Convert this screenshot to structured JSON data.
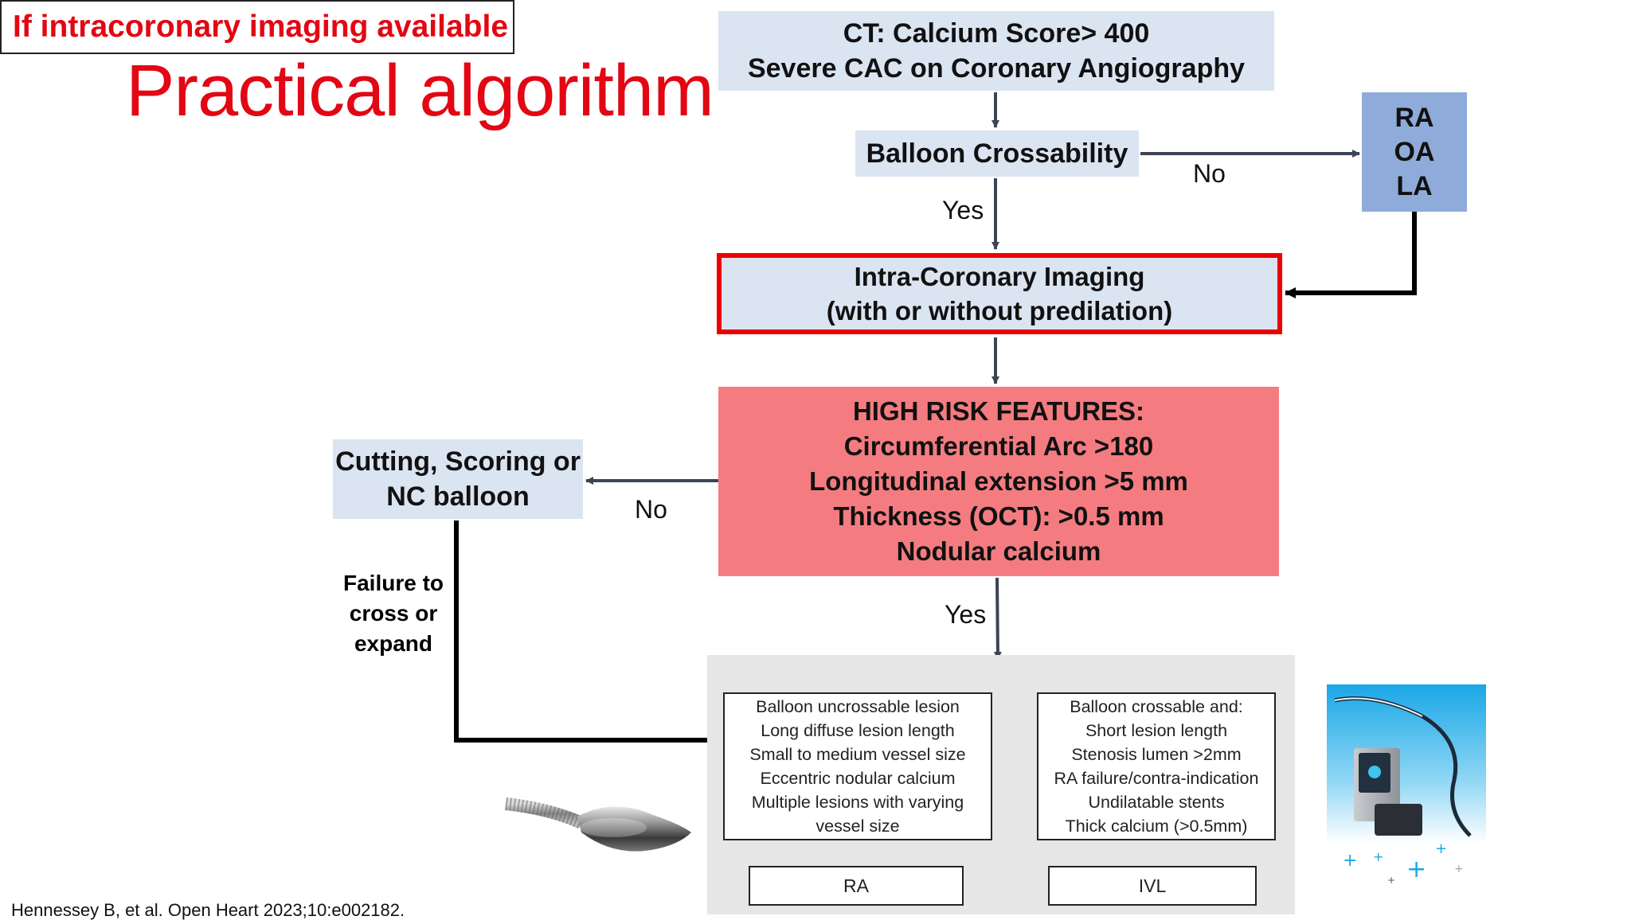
{
  "slide": {
    "title": "Practical algorithm",
    "subtitle": "If intracoronary imaging available",
    "citation": "Hennessey B, et al. Open Heart 2023;10:e002182."
  },
  "nodes": {
    "ct": [
      "CT: Calcium Score> 400",
      "Severe CAC on Coronary Angiography"
    ],
    "balloon": "Balloon Crossability",
    "ra_oa_la": [
      "RA",
      "OA",
      "LA"
    ],
    "imaging": [
      "Intra-Coronary Imaging",
      "(with or without predilation)"
    ],
    "high_risk": [
      "HIGH RISK FEATURES:",
      "Circumferential Arc >180",
      "Longitudinal extension >5 mm",
      "Thickness (OCT): >0.5 mm",
      "Nodular calcium"
    ],
    "cutting": [
      "Cutting, Scoring or",
      "NC balloon"
    ],
    "left_criteria": [
      "Balloon uncrossable lesion",
      "Long diffuse lesion length",
      "Small to medium vessel size",
      "Eccentric nodular calcium",
      "Multiple lesions with varying",
      "vessel size"
    ],
    "right_criteria": [
      "Balloon crossable and:",
      "Short lesion length",
      "Stenosis lumen >2mm",
      "RA failure/contra-indication",
      "Undilatable stents",
      "Thick calcium (>0.5mm)"
    ],
    "ra_result": "RA",
    "ivl_result": "IVL"
  },
  "edge_labels": {
    "no_balloon": "No",
    "yes_balloon": "Yes",
    "no_high_risk": "No",
    "yes_high_risk": "Yes",
    "failure": [
      "Failure to",
      "cross or",
      "expand"
    ]
  },
  "colors": {
    "title_red": "#e30613",
    "blue_box": "#dbe4f1",
    "ra_box": "#8fabd9",
    "high_risk_box": "#f47c80",
    "highlight_border": "#ee0000",
    "panel_grey": "#e6e6e6"
  }
}
